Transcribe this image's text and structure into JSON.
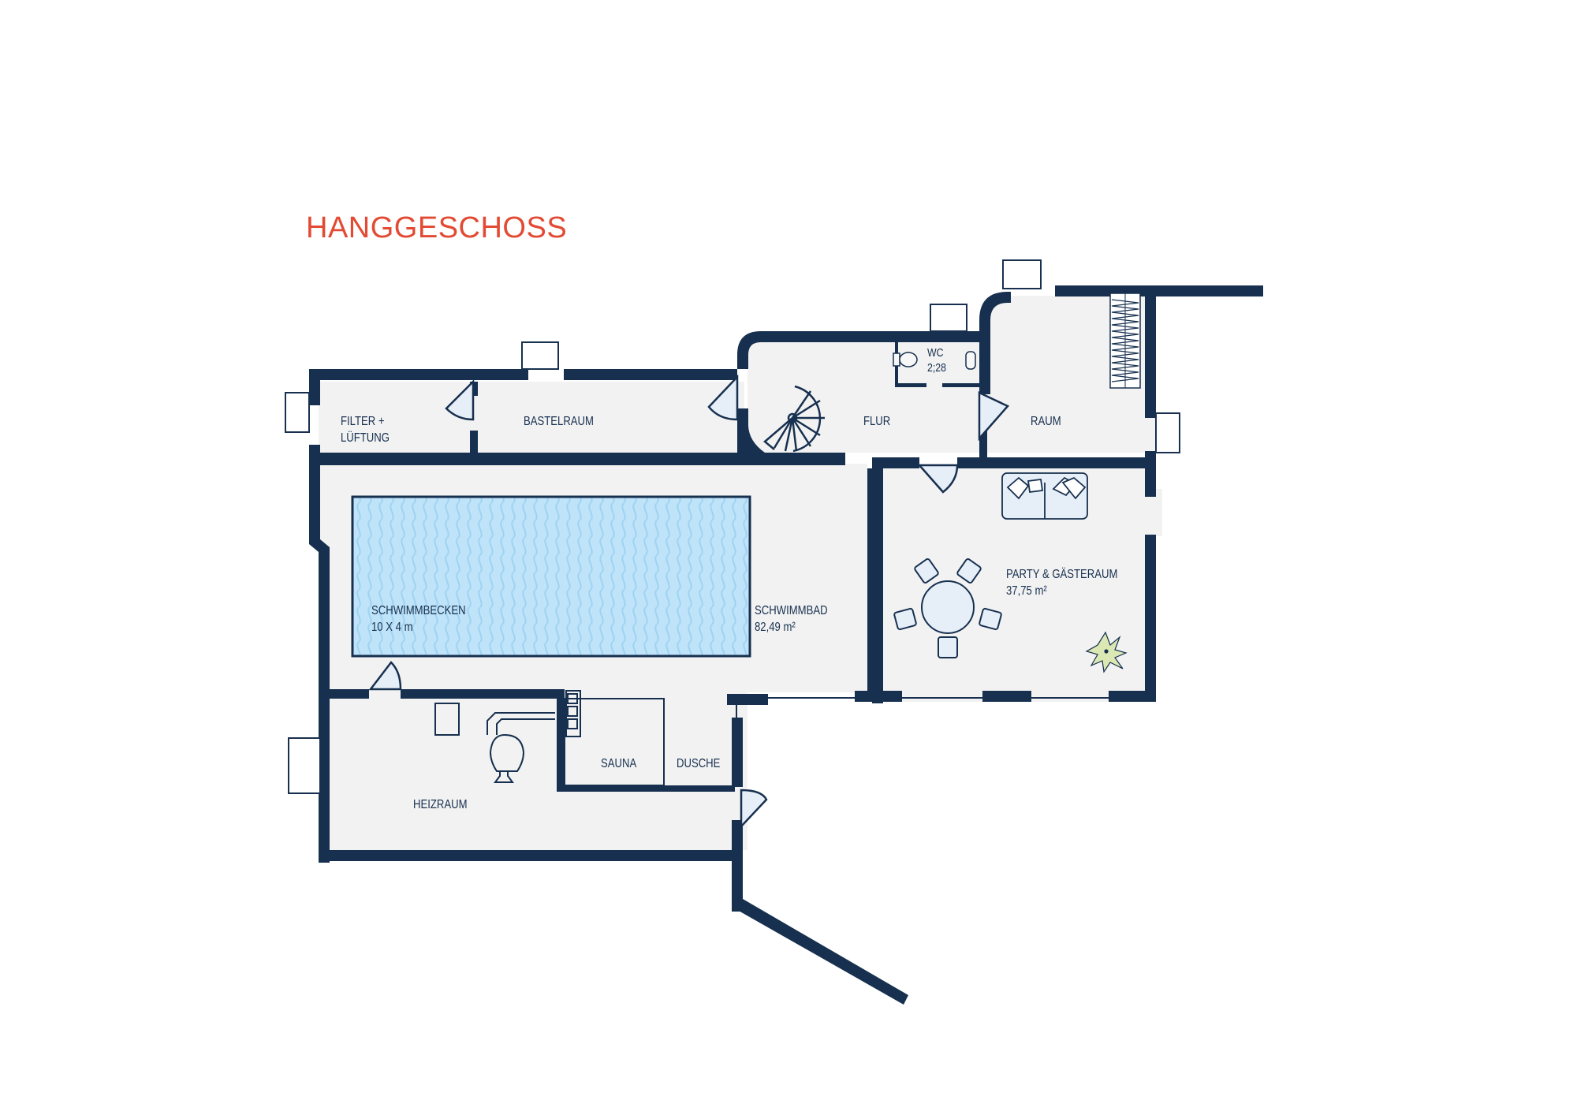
{
  "title": "HANGGESCHOSS",
  "colors": {
    "title": "#e24a33",
    "wall": "#17304f",
    "floor": "#f2f2f2",
    "pool": "#bfe3f8",
    "pool_wave": "#9fd3f2",
    "door_fill": "#e6eef8",
    "plant": "#dbe8b4"
  },
  "rooms": {
    "filter": {
      "line1": "FILTER +",
      "line2": "LÜFTUNG"
    },
    "bastelraum": {
      "name": "BASTELRAUM"
    },
    "flur": {
      "name": "FLUR"
    },
    "wc": {
      "name": "WC",
      "area": "2;28"
    },
    "raum": {
      "name": "RAUM"
    },
    "schwimmbecken": {
      "name": "SCHWIMMBECKEN",
      "size": "10 X 4 m"
    },
    "schwimmbad": {
      "name": "SCHWIMMBAD",
      "area": "82,49 m²"
    },
    "party": {
      "name": "PARTY & GÄSTERAUM",
      "area": "37,75 m²"
    },
    "sauna": {
      "name": "SAUNA"
    },
    "dusche": {
      "name": "DUSCHE"
    },
    "heizraum": {
      "name": "HEIZRAUM"
    }
  },
  "icons": [
    "spiral-staircase-icon",
    "toilet-icon",
    "sink-icon",
    "sofa-icon",
    "round-table-icon",
    "chair-icon",
    "plant-icon",
    "boiler-icon",
    "radiator-icon",
    "window-icon",
    "door-icon"
  ]
}
